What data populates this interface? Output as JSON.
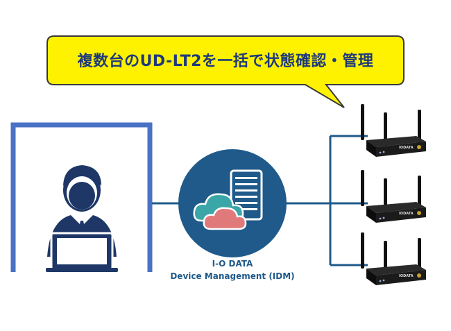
{
  "headline": "複数台のUD-LT2を一括で状態確認・管理",
  "service": {
    "name_line1": "I-O DATA",
    "name_line2": "Device Management (IDM)"
  },
  "device_brand": "IODATA",
  "colors": {
    "bubble_fill": "#fff200",
    "bubble_stroke": "#3a3a3a",
    "headline_text": "#1f3a7a",
    "frame": "#4a72c4",
    "user": "#1e3766",
    "connector": "#1f5a8a",
    "server_circle": "#1f5a8a",
    "cloud_teal": "#3aa6a8",
    "cloud_pink": "#e07a7a",
    "device_body": "#1b1b1b"
  },
  "icons": [
    "user-with-laptop-icon",
    "cloud-server-icon",
    "router-device-icon"
  ],
  "device_count": 3
}
